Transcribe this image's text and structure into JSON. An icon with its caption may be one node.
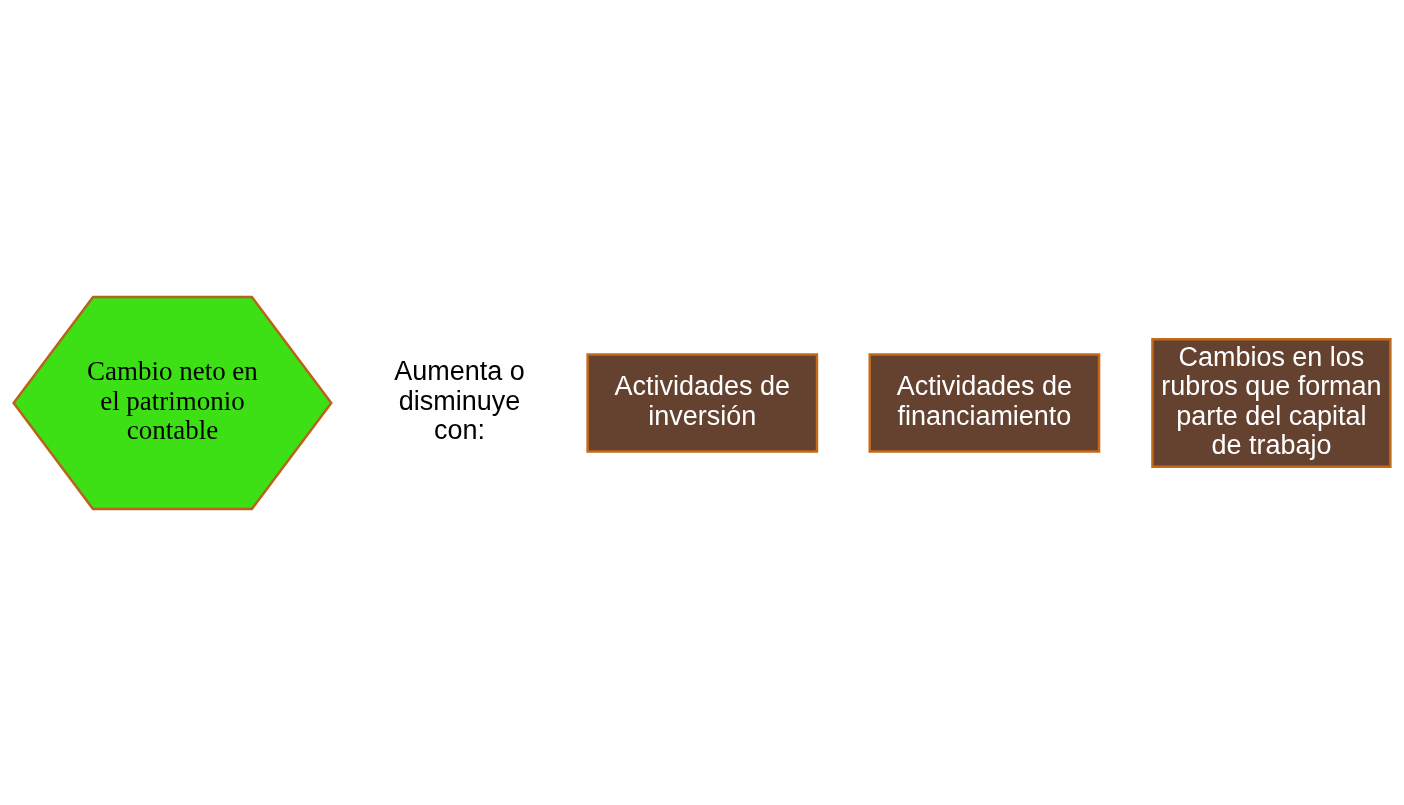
{
  "diagram": {
    "nodes": [
      {
        "text": [
          "Cambio neto en el patrimonio contable"
        ]
      },
      {
        "text": [
          "Actividades de inversión"
        ]
      },
      {
        "text": [
          "Actividades de financiamiento"
        ]
      },
      {
        "text": [
          "Cambios en los rubros que forman parte del capital de trabajo"
        ]
      }
    ],
    "labels": [
      "Aumenta o disminuye con:"
    ]
  }
}
